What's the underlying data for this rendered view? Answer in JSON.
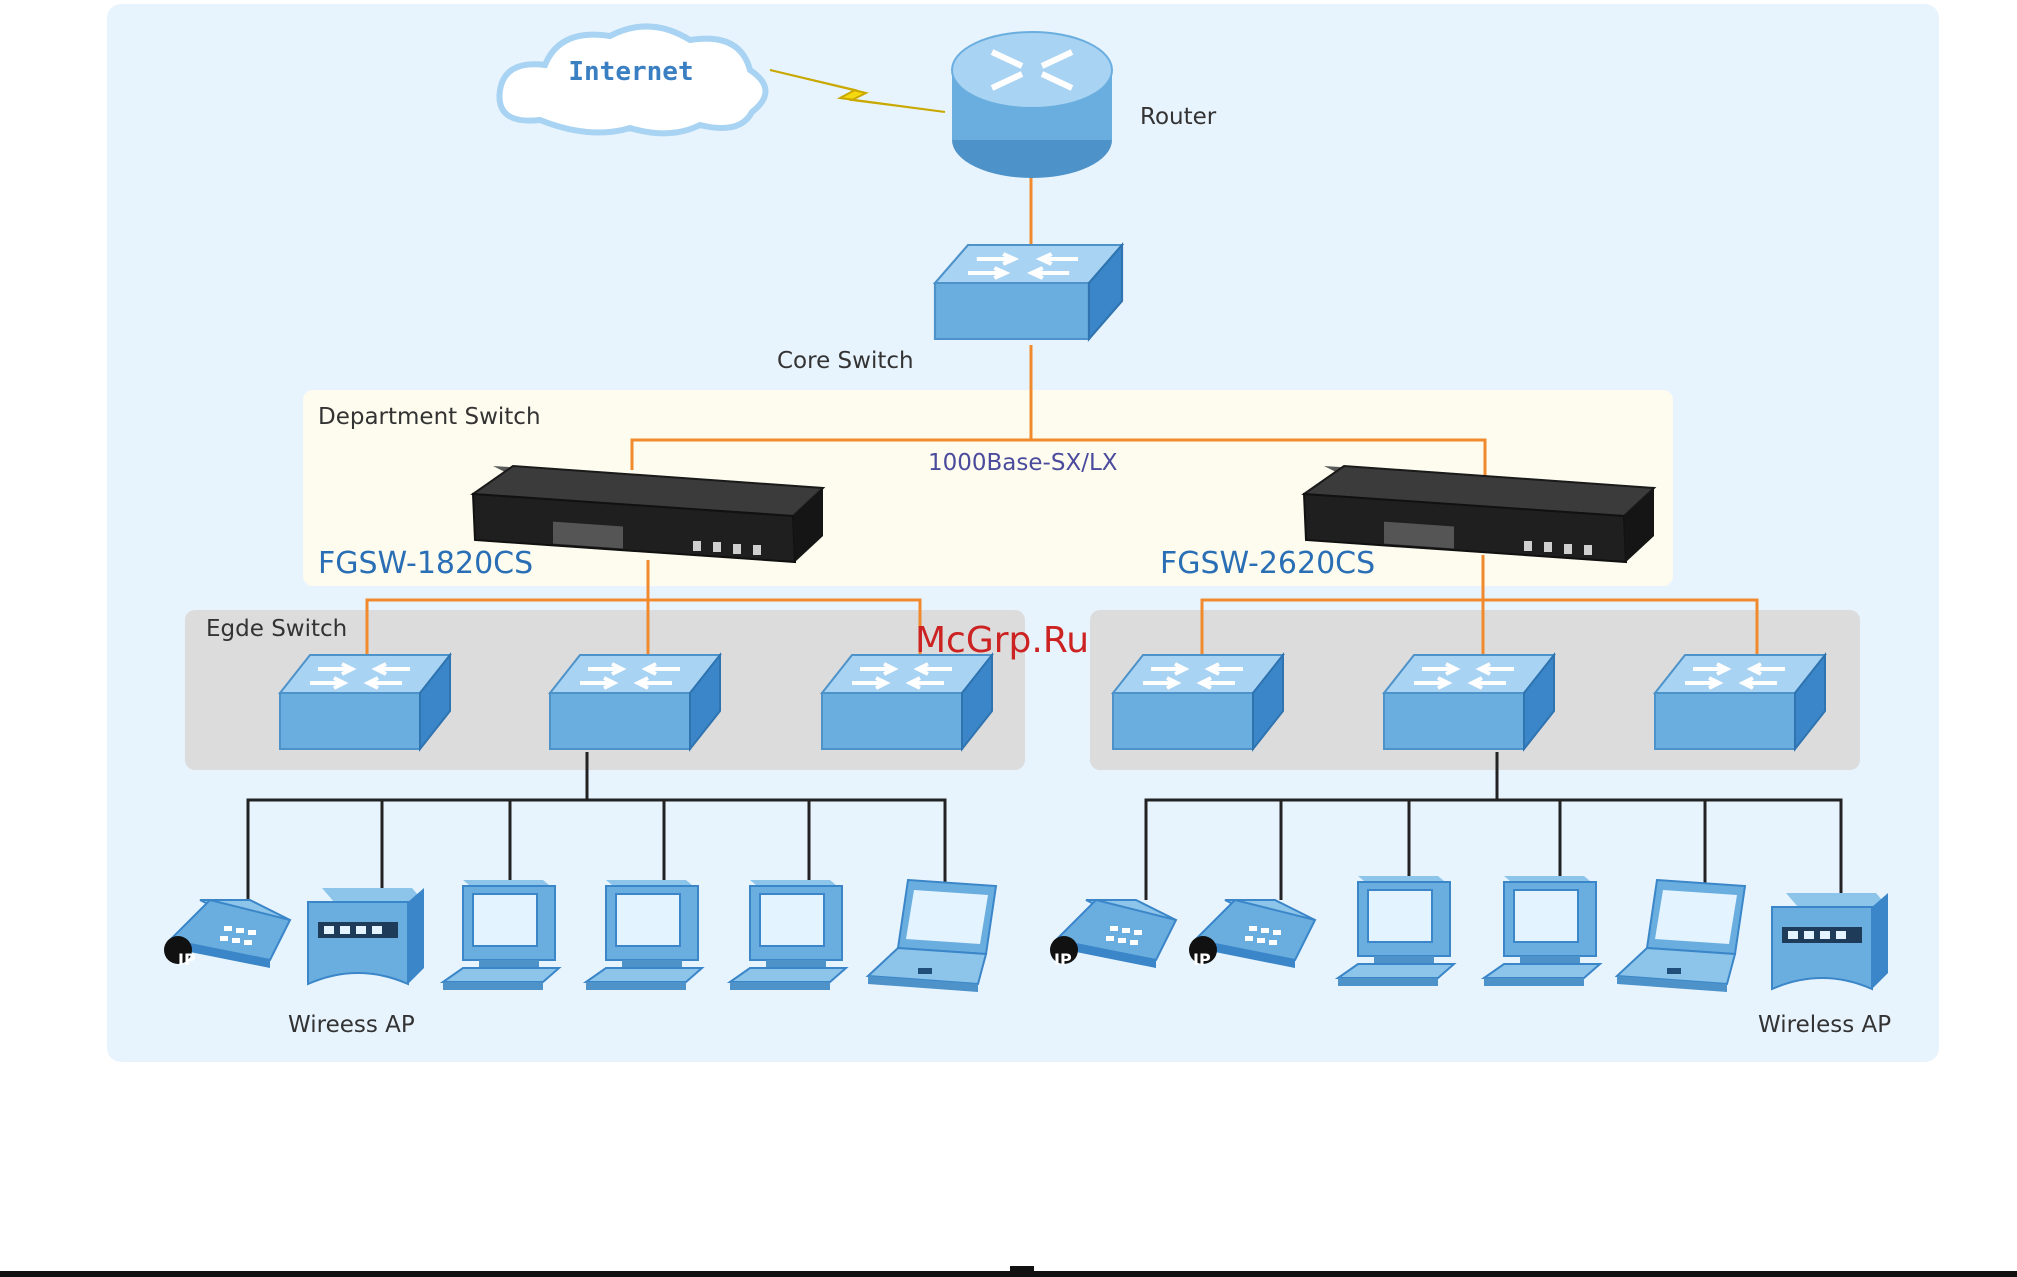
{
  "labels": {
    "internet": "Internet",
    "router": "Router",
    "core_switch": "Core Switch",
    "department_switch": "Department Switch",
    "link_media": "1000Base-SX/LX",
    "model_left": "FGSW-1820CS",
    "model_right": "FGSW-2620CS",
    "edge_switch": "Egde Switch",
    "wireless_ap_left": "Wireess AP",
    "wireless_ap_right": "Wireless AP",
    "ip_badge": "IP"
  },
  "watermark": "McGrp.Ru",
  "colors": {
    "background_panel": "#e8f4fd",
    "department_zone": "#fdfcee",
    "edge_zone": "#dcdcdc",
    "fiber_link": "#f08a2c",
    "copper_link": "#222222",
    "device_blue": "#6aaee0",
    "device_dark": "#2a2a2a",
    "model_text": "#2a6fb5",
    "watermark": "#cc2222"
  }
}
